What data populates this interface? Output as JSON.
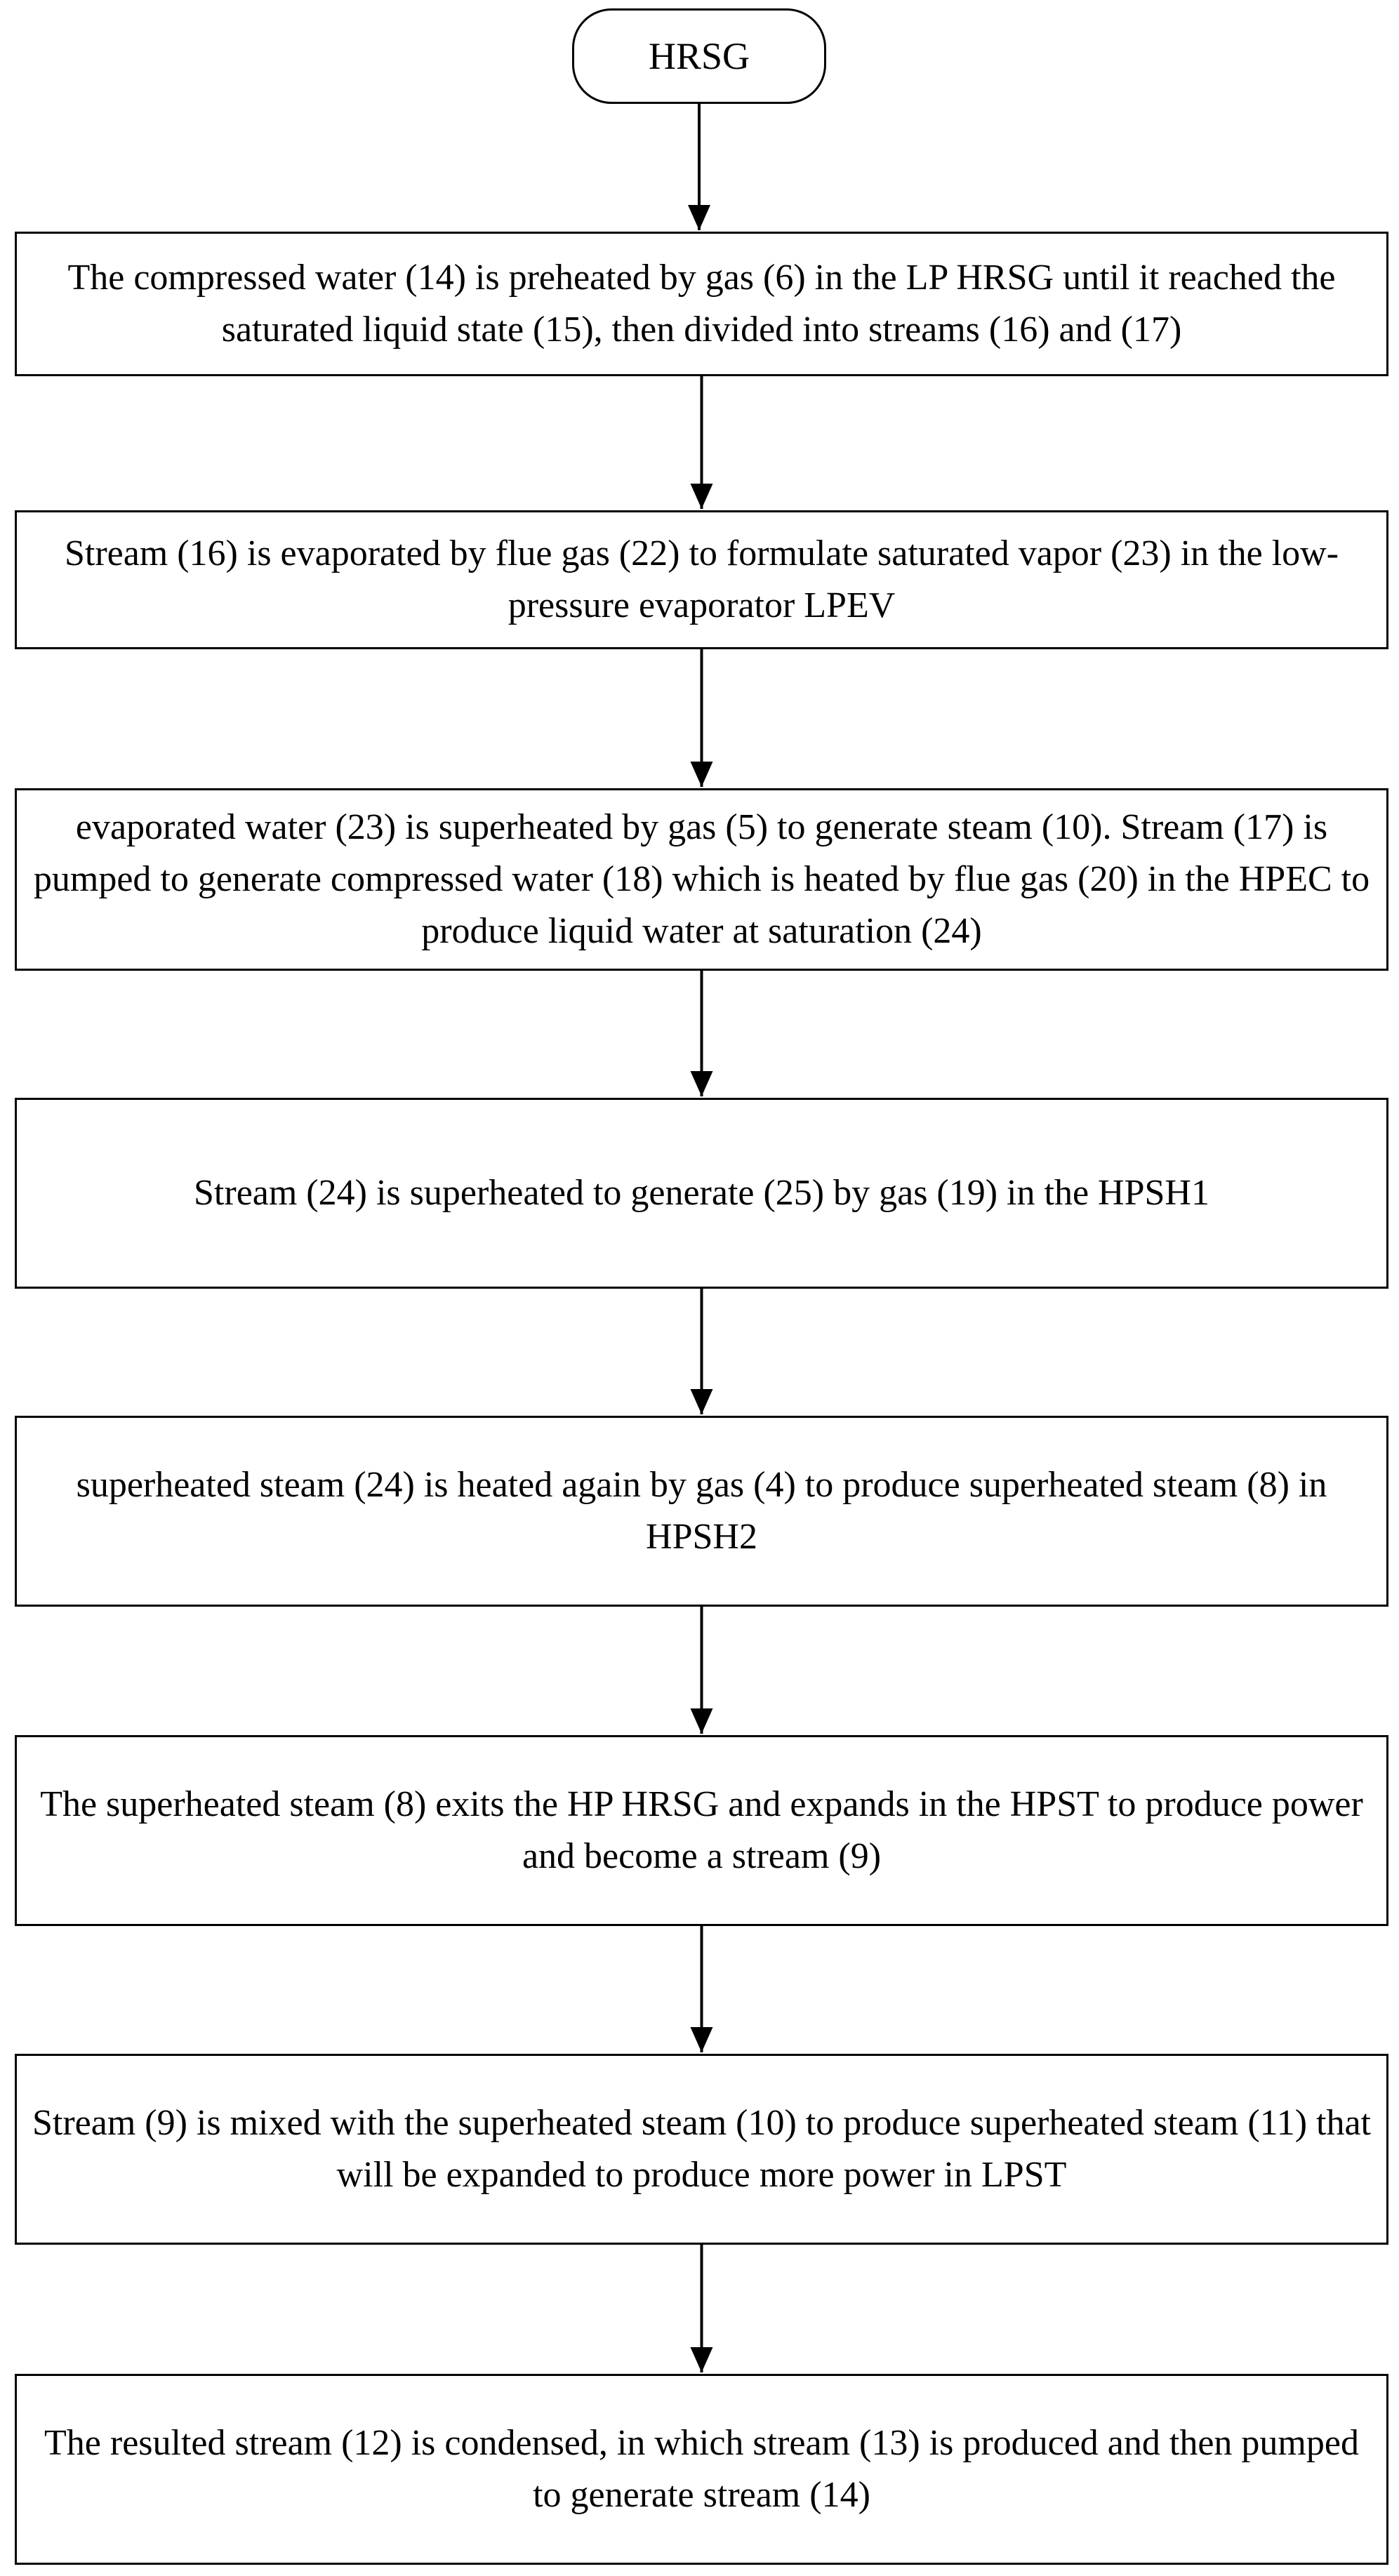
{
  "diagram": {
    "start": "HRSG",
    "steps": [
      "The compressed water (14) is preheated by gas (6) in the LP HRSG until it reached the saturated liquid state (15), then divided into streams (16) and (17)",
      "Stream (16) is evaporated by flue gas (22) to formulate saturated vapor (23) in the low-pressure evaporator LPEV",
      "evaporated water (23) is superheated by gas (5) to generate steam (10). Stream (17) is pumped to generate compressed water (18) which is heated by flue gas (20) in the HPEC to produce liquid water at saturation (24)",
      "Stream (24) is superheated to generate (25) by gas (19) in the HPSH1",
      "superheated steam (24) is heated again by gas (4) to produce superheated steam (8) in HPSH2",
      "The superheated steam (8) exits the HP HRSG and expands in the HPST to produce power and become a stream (9)",
      "Stream (9) is mixed with the superheated steam (10) to produce superheated steam (11) that will be expanded to produce more power in LPST",
      "The resulted stream (12) is condensed, in which stream (13) is produced and then pumped to generate stream (14)"
    ]
  }
}
